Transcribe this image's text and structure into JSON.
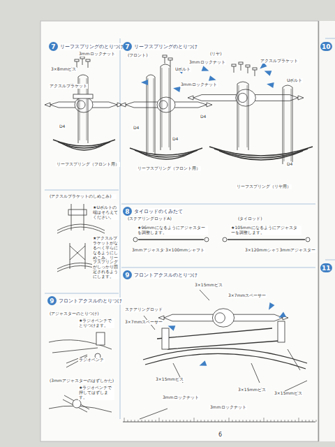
{
  "diagram": {
    "nodes": [
      {
        "text": [
          "7",
          "リーフスプリングのとりつけ"
        ]
      },
      {
        "text": [
          "7",
          "リーフスプリングのとりつけ"
        ]
      },
      {
        "text": [
          "8",
          "タイロッドのくみたて"
        ]
      },
      {
        "text": [
          "9",
          "フロントアクスルのとりつけ"
        ]
      },
      {
        "text": [
          "9",
          "フロントアクスルのとりつけ"
        ]
      },
      {
        "text": [
          "10"
        ]
      },
      {
        "text": [
          "11"
        ]
      }
    ],
    "labels": [
      "3mmロックナット",
      "3×8mmビス",
      "アクスルブラケット",
      "D4",
      "リーフスプリング（フロント用）",
      "(フロント)",
      "Uボルト",
      "3mmロックナット",
      "D4",
      "D4",
      "リーフスプリング（フロント用）",
      "(リヤ)",
      "3mmロックナット",
      "アクスルブラケット",
      "Uボルト",
      "D4",
      "D4",
      "リーフスプリング（リヤ用）",
      "(アクスルブラケットのしめこみ)",
      "★Uボルトの端はそろえてください。",
      "★アクスルブラケットがなるべく平らになるようにしめこみ、リーフスプリングがしっかり固定されるようにします。",
      "(アジャスターのとりつけ)",
      "★ラジオペンチでとりつけます。",
      "ラジオペンチ",
      "(3mmアジャスターのはずしかた)",
      "★ラジオペンチで押してはずします。",
      "(ステアリングロッドA)",
      "(タイロッド)",
      "★96mmになるようにアジャスターを調整します。",
      "3mmアジャスター",
      "3×100mmシャフト",
      "★105mmになるようにアジャスターを調整します。",
      "3×120mmシャフト",
      "3mmアジャスター",
      "ステアリングロッド",
      "3×7mmスペーサー",
      "3×15mmビス",
      "3×7mmスペーサー",
      "3×15mmビス",
      "3mmロックナット",
      "3×15mmビス",
      "3mmロックナット",
      "3×15mmビス",
      "6"
    ]
  }
}
